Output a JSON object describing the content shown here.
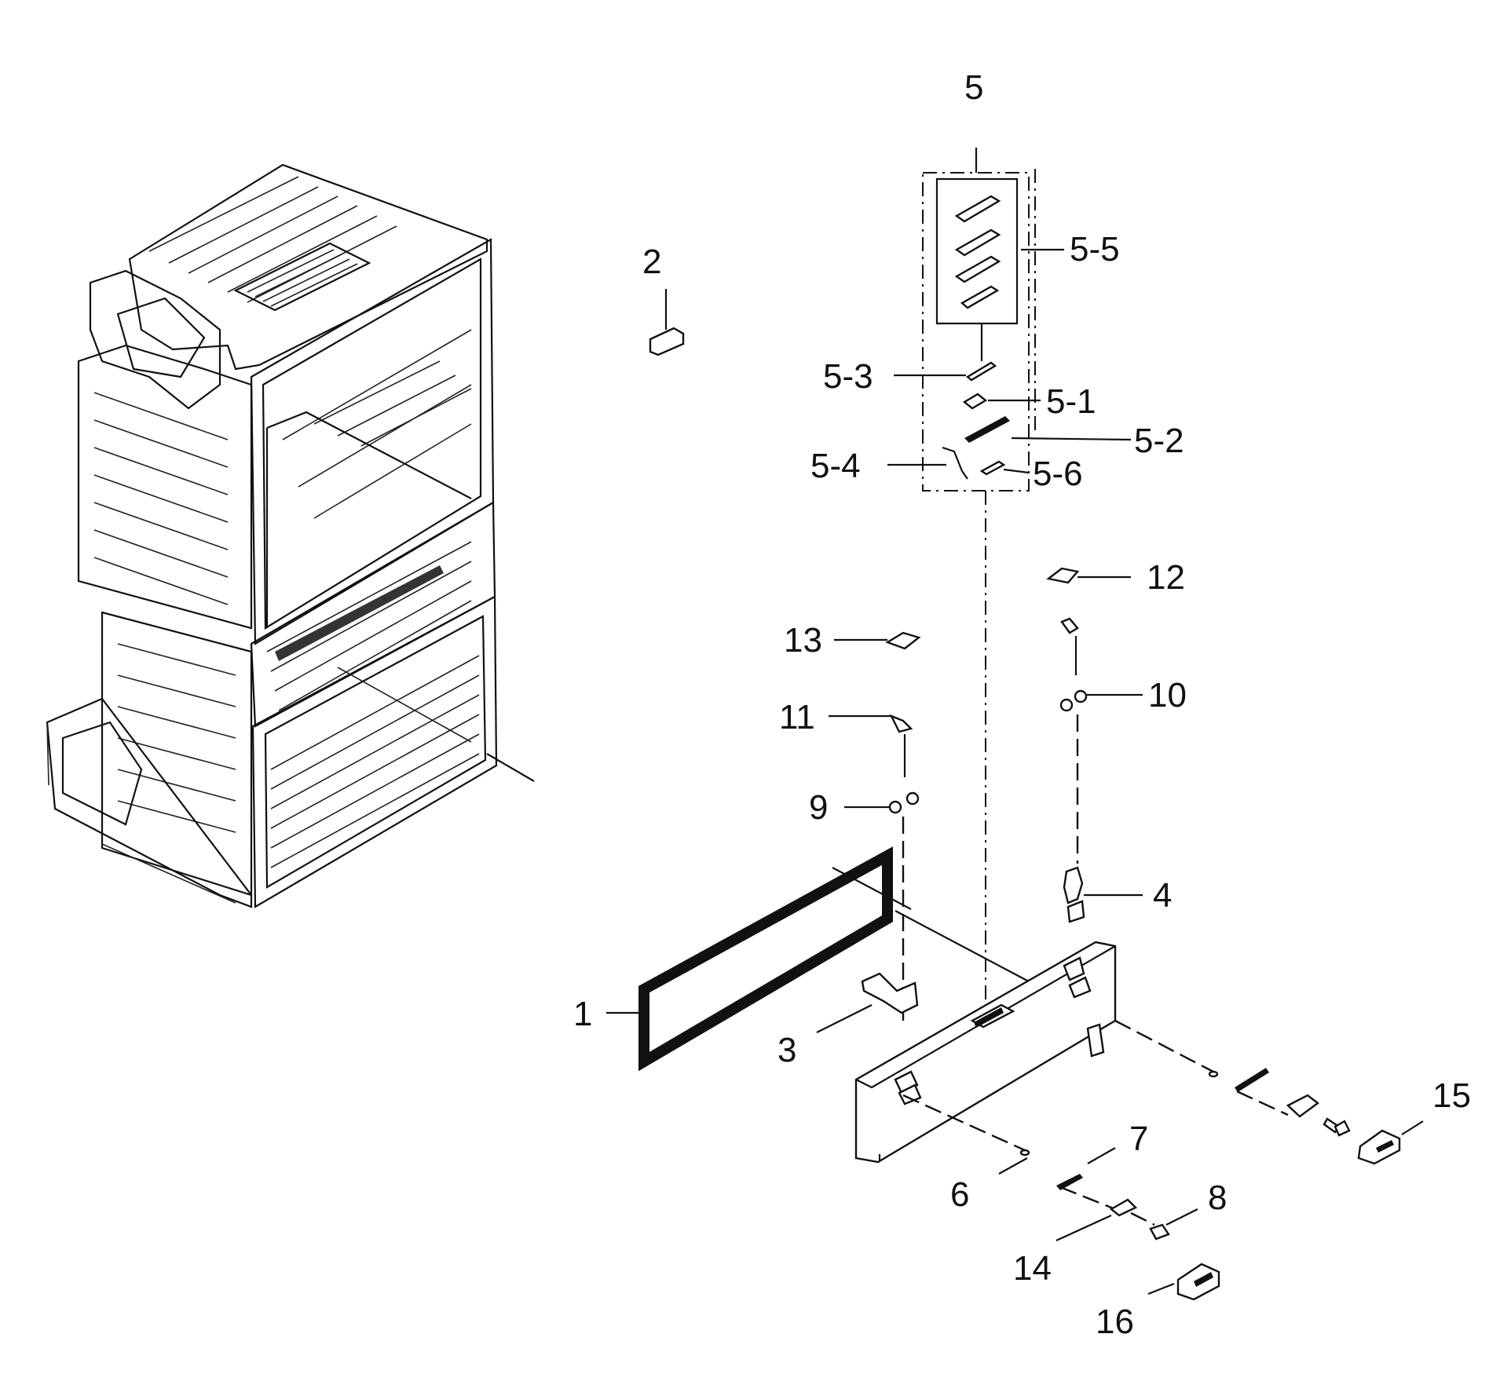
{
  "labels": {
    "p1": "1",
    "p2": "2",
    "p3": "3",
    "p4": "4",
    "p5": "5",
    "p5_1": "5-1",
    "p5_2": "5-2",
    "p5_3": "5-3",
    "p5_4": "5-4",
    "p5_5": "5-5",
    "p5_6": "5-6",
    "p6": "6",
    "p7": "7",
    "p8": "8",
    "p9": "9",
    "p10": "10",
    "p11": "11",
    "p12": "12",
    "p13": "13",
    "p14": "14",
    "p15": "15",
    "p16": "16"
  }
}
